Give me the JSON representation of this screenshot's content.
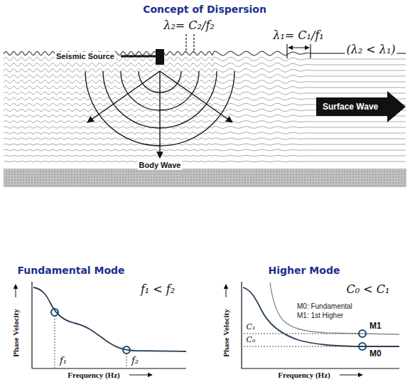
{
  "diagram": {
    "title": "Concept of Dispersion",
    "nodes": [
      {
        "text": [
          "Surface Wave"
        ]
      }
    ],
    "labels": [
      "λ₂= C₂/f₂",
      "λ₁= C₁/f₁",
      "(λ₂ < λ₁)",
      "Seismic Source",
      "Body Wave",
      "Fundamental Mode",
      "Higher Mode",
      "f₁ < f₂",
      "Phase Velocity",
      "f₁",
      "f₂",
      "Frequency (Hz)",
      "C₀ < C₁",
      "Phase Velocity",
      "M0: Fundamental",
      "M1: 1st Higher",
      "C₁",
      "C₀",
      "M1",
      "M0",
      "Frequency (Hz)"
    ]
  }
}
